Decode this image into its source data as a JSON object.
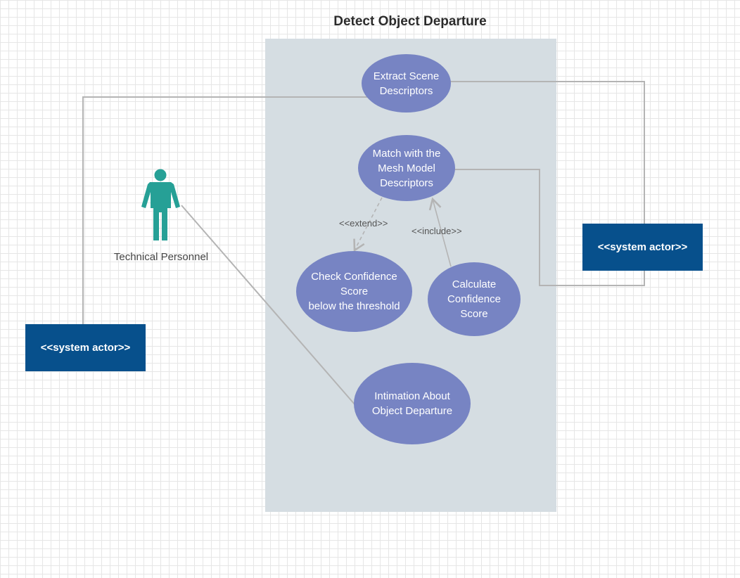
{
  "diagram": {
    "title": "Detect Object Departure",
    "use_cases": {
      "extract": "Extract Scene\nDescriptors",
      "match": "Match with the\nMesh Model\nDescriptors",
      "check": "Check Confidence\nScore\nbelow the threshold",
      "calculate": "Calculate\nConfidence\nScore",
      "intimation": "Intimation About\nObject Departure"
    },
    "relations": {
      "extend": "<<extend>>",
      "include": "<<include>>"
    },
    "actors": {
      "technical_personnel": "Technical Personnel",
      "system_actor_left": "<<system actor>>",
      "system_actor_right": "<<system actor>>"
    },
    "colors": {
      "use_case": "#7784c3",
      "system_actor": "#07508c",
      "person_actor": "#26a096",
      "boundary": "#d5dde2",
      "connector": "#b4b4b4"
    }
  }
}
